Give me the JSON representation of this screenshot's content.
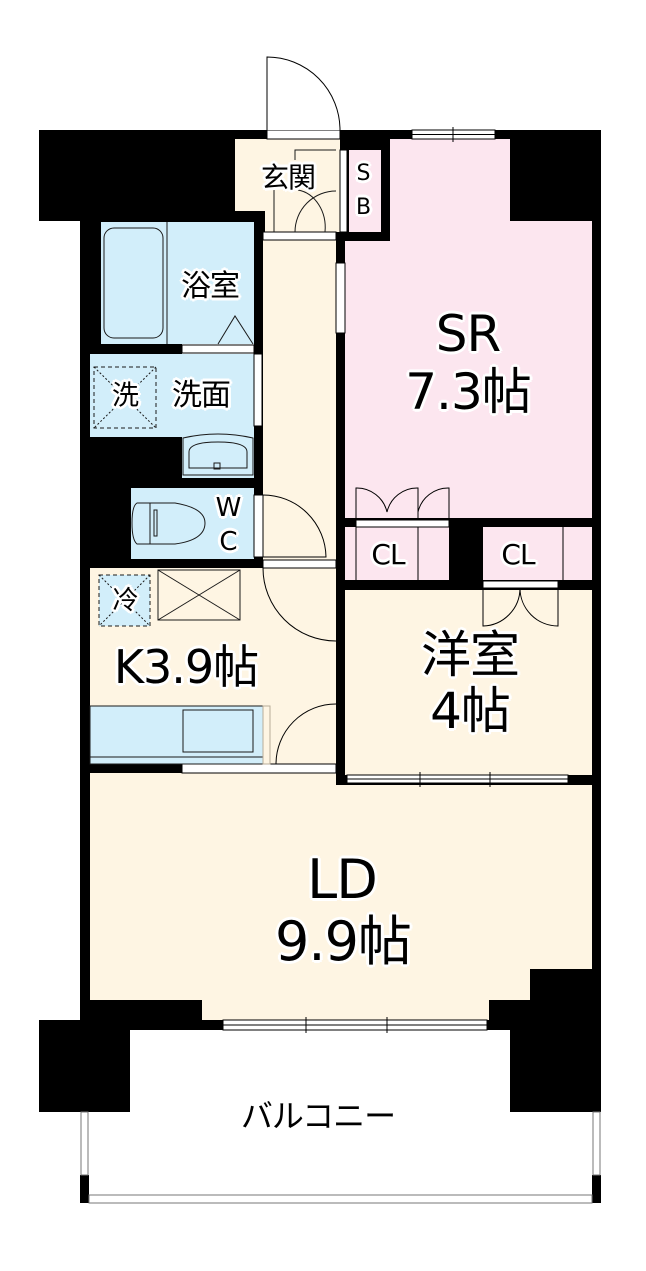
{
  "floorplan": {
    "colors": {
      "wall": "#000000",
      "living_floor": "#fef5e3",
      "private_room_floor": "#fce6ef",
      "wet_area_floor": "#d2eefa",
      "frame": "#ffffff"
    },
    "rooms": {
      "entrance": {
        "label": "玄関"
      },
      "shoe_box": {
        "label_line1": "S",
        "label_line2": "B"
      },
      "bathroom": {
        "label": "浴室"
      },
      "washroom": {
        "label": "洗面",
        "washer_label": "洗"
      },
      "toilet": {
        "label_line1": "W",
        "label_line2": "C"
      },
      "kitchen": {
        "label": "K3.9帖",
        "fridge_label": "冷"
      },
      "service_room": {
        "label": "SR",
        "size": "7.3帖"
      },
      "closet_left": {
        "label": "CL"
      },
      "closet_right": {
        "label": "CL"
      },
      "western_room": {
        "label": "洋室",
        "size": "4帖"
      },
      "living_dining": {
        "label": "LD",
        "size": "9.9帖"
      },
      "balcony": {
        "label": "バルコニー"
      }
    }
  }
}
